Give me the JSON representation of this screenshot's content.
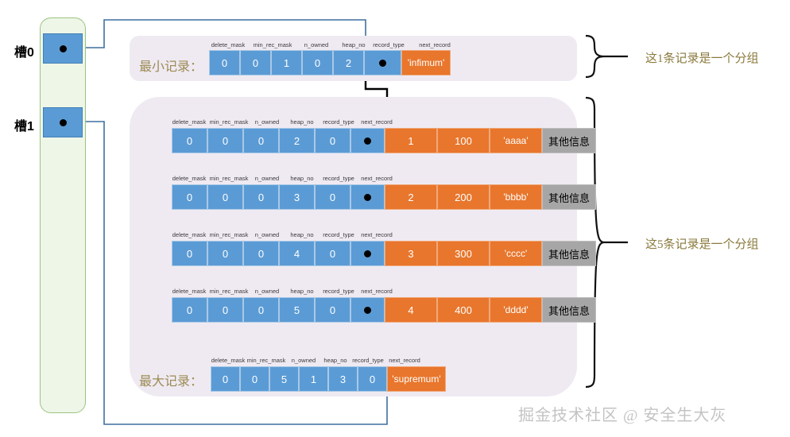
{
  "slots": {
    "items": [
      {
        "label": "槽0"
      },
      {
        "label": "槽1"
      }
    ]
  },
  "columns": {
    "headers": [
      "delete_mask",
      "min_rec_mask",
      "n_owned",
      "heap_no",
      "record_type",
      "next_record"
    ]
  },
  "records": {
    "infimum": {
      "caption": "最小记录：",
      "headers": [
        "delete_mask",
        "min_rec_mask",
        "n_owned",
        "heap_no",
        "record_type",
        "next_record"
      ],
      "values": [
        "0",
        "0",
        "1",
        "0",
        "2",
        ""
      ],
      "payload": [
        "'infimum'"
      ]
    },
    "rows": [
      {
        "headers": [
          "delete_mask",
          "min_rec_mask",
          "n_owned",
          "heap_no",
          "record_type",
          "next_record"
        ],
        "values": [
          "0",
          "0",
          "0",
          "2",
          "0",
          ""
        ],
        "payload": [
          "1",
          "100",
          "'aaaa'"
        ],
        "other": "其他信息"
      },
      {
        "headers": [
          "delete_mask",
          "min_rec_mask",
          "n_owned",
          "heap_no",
          "record_type",
          "next_record"
        ],
        "values": [
          "0",
          "0",
          "0",
          "3",
          "0",
          ""
        ],
        "payload": [
          "2",
          "200",
          "'bbbb'"
        ],
        "other": "其他信息"
      },
      {
        "headers": [
          "delete_mask",
          "min_rec_mask",
          "n_owned",
          "heap_no",
          "record_type",
          "next_record"
        ],
        "values": [
          "0",
          "0",
          "0",
          "4",
          "0",
          ""
        ],
        "payload": [
          "3",
          "300",
          "'cccc'"
        ],
        "other": "其他信息"
      },
      {
        "headers": [
          "delete_mask",
          "min_rec_mask",
          "n_owned",
          "heap_no",
          "record_type",
          "next_record"
        ],
        "values": [
          "0",
          "0",
          "0",
          "5",
          "0",
          ""
        ],
        "payload": [
          "4",
          "400",
          "'dddd'"
        ],
        "other": "其他信息"
      }
    ],
    "supremum": {
      "caption": "最大记录：",
      "headers": [
        "delete_mask",
        "min_rec_mask",
        "n_owned",
        "heap_no",
        "record_type",
        "next_record"
      ],
      "values": [
        "0",
        "0",
        "5",
        "1",
        "3",
        "0"
      ],
      "payload": [
        "'supremum'"
      ]
    }
  },
  "annotations": {
    "group_infimum": "这1条记录是一个分组",
    "group_main": "这5条记录是一个分组"
  },
  "watermark": "掘金技术社区 @ 安全生大灰",
  "colors": {
    "blue_cell": "#5b9bd5",
    "orange_cell": "#e8762c",
    "gray_cell": "#a6a6a6",
    "group_bg": "#efeaf2",
    "slot_bg": "#eef6e8",
    "slot_border": "#9cc37f",
    "annotation_text": "#8a7a3c",
    "link_line": "#3f6f9f",
    "pointer_line": "#000000"
  }
}
